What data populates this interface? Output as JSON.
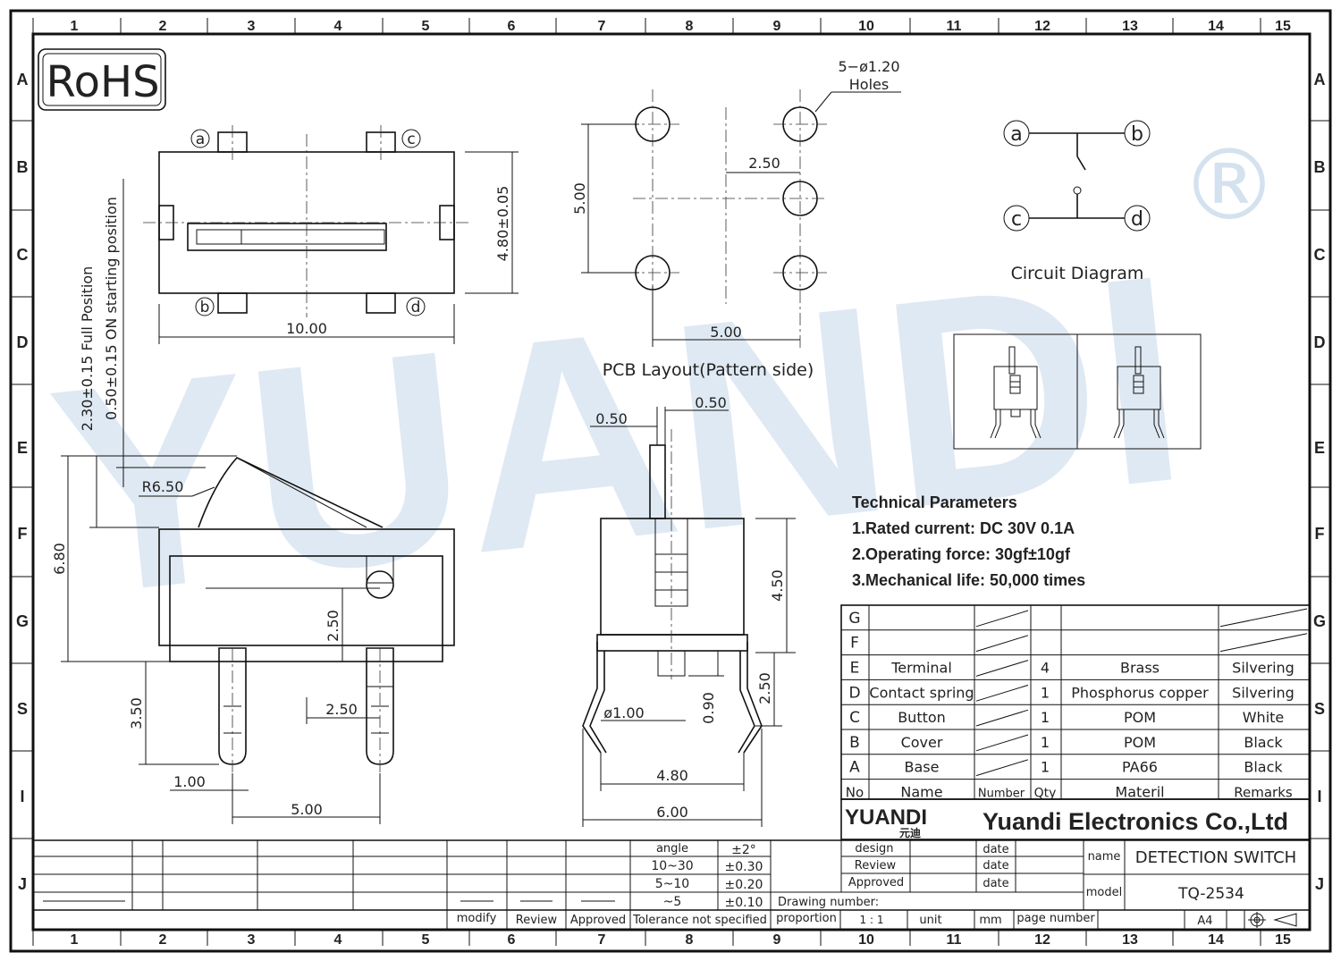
{
  "grid": {
    "cols": [
      "1",
      "2",
      "3",
      "4",
      "5",
      "6",
      "7",
      "8",
      "9",
      "10",
      "11",
      "12",
      "13",
      "14",
      "15"
    ],
    "rows": [
      "A",
      "B",
      "C",
      "D",
      "E",
      "F",
      "G",
      "S",
      "I",
      "J"
    ]
  },
  "rohs": "RoHS",
  "watermark": "YUANDI",
  "registered_mark": "®",
  "top_view": {
    "pin_labels": [
      "a",
      "c",
      "b",
      "d"
    ],
    "width_dim": "10.00",
    "height_dim": "4.80±0.05"
  },
  "pcb": {
    "holes_dim": "5−ø1.20",
    "holes_label": "Holes",
    "dim_250": "2.50",
    "dim_500_v": "5.00",
    "dim_500_h": "5.00",
    "caption": "PCB  Layout(Pattern  side)"
  },
  "circuit": {
    "pins": [
      "a",
      "b",
      "c",
      "d"
    ],
    "caption": "Circuit  Diagram"
  },
  "side_view": {
    "full_position": "2.30±0.15  Full  Position",
    "on_position": "0.50±0.15  ON  starting  position",
    "radius": "R6.50",
    "height": "6.80",
    "dim_250": "2.50",
    "pin_len": "3.50",
    "pitch_250": "2.50",
    "dim_100": "1.00",
    "dim_500": "5.00"
  },
  "front_view": {
    "dim_050_a": "0.50",
    "dim_050_b": "0.50",
    "dim_450": "4.50",
    "dim_250": "2.50",
    "dim_090": "0.90",
    "dim_dia": "ø1.00",
    "dim_480": "4.80",
    "dim_600": "6.00"
  },
  "tech": {
    "title": "Technical Parameters",
    "lines": [
      "1.Rated current: DC 30V 0.1A",
      "2.Operating force: 30gf±10gf",
      "3.Mechanical life: 50,000 times"
    ]
  },
  "bom": {
    "rows": [
      {
        "no": "G",
        "name": "",
        "qty": "",
        "material": "",
        "remarks": ""
      },
      {
        "no": "F",
        "name": "",
        "qty": "",
        "material": "",
        "remarks": ""
      },
      {
        "no": "E",
        "name": "Terminal",
        "qty": "4",
        "material": "Brass",
        "remarks": "Silvering"
      },
      {
        "no": "D",
        "name": "Contact spring",
        "qty": "1",
        "material": "Phosphorus copper",
        "remarks": "Silvering"
      },
      {
        "no": "C",
        "name": "Button",
        "qty": "1",
        "material": "POM",
        "remarks": "White"
      },
      {
        "no": "B",
        "name": "Cover",
        "qty": "1",
        "material": "POM",
        "remarks": "Black"
      },
      {
        "no": "A",
        "name": "Base",
        "qty": "1",
        "material": "PA66",
        "remarks": "Black"
      }
    ],
    "header": {
      "no": "No",
      "name": "Name",
      "number": "Number",
      "qty": "Qty",
      "material": "Materil",
      "remarks": "Remarks"
    }
  },
  "company": {
    "logo_text": "YUANDI",
    "logo_cn": "元迪",
    "name": "Yuandi Electronics Co.,Ltd"
  },
  "title_block": {
    "design": "design",
    "review": "Review",
    "approved": "Approved",
    "date": "date",
    "name_label": "name",
    "name_value": "DETECTION SWITCH",
    "model_label": "model",
    "model_value": "TQ-2534",
    "drawing_number": "Drawing number:",
    "proportion": "proportion",
    "scale": "1 : 1",
    "unit": "unit",
    "unit_value": "mm",
    "page_number": "page number",
    "paper": "A4",
    "tolerance": {
      "angle": "angle",
      "angle_tol": "±2°",
      "r1": "10~30",
      "r1_tol": "±0.30",
      "r2": "5~10",
      "r2_tol": "±0.20",
      "r3": "~5",
      "r3_tol": "±0.10",
      "caption": "Tolerance not specified"
    },
    "modify": "modify",
    "review_col": "Review",
    "approved_col": "Approved"
  }
}
